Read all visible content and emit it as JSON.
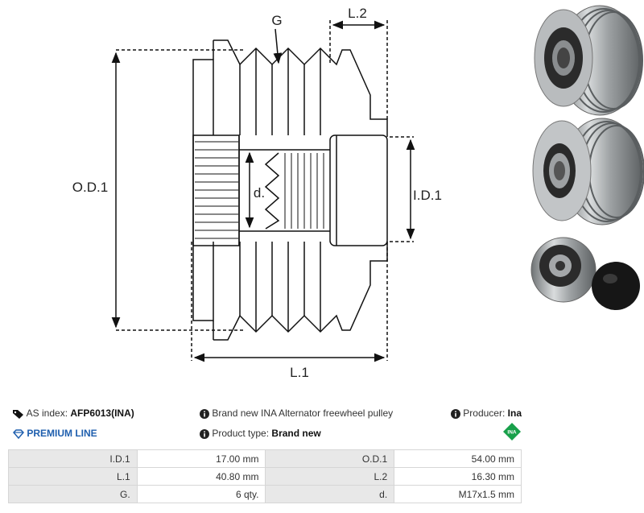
{
  "diagram": {
    "labels": {
      "groove": "G",
      "width2": "L.2",
      "outer_diameter": "O.D.1",
      "thread": "d.",
      "inner_diameter": "I.D.1",
      "width1": "L.1"
    }
  },
  "info": {
    "as_index_label": "AS index:",
    "as_index_value": "AFP6013(INA)",
    "premium_line": "PREMIUM LINE",
    "description": "Brand new INA Alternator freewheel pulley",
    "product_type_label": "Product type:",
    "product_type_value": "Brand new",
    "producer_label": "Producer:",
    "producer_value": "Ina",
    "brand_logo_text": "INA"
  },
  "specs": {
    "rows": [
      [
        {
          "label": "I.D.1",
          "value": "17.00 mm"
        },
        {
          "label": "O.D.1",
          "value": "54.00 mm"
        }
      ],
      [
        {
          "label": "L.1",
          "value": "40.80 mm"
        },
        {
          "label": "L.2",
          "value": "16.30 mm"
        }
      ],
      [
        {
          "label": "G.",
          "value": "6 qty."
        },
        {
          "label": "d.",
          "value": "M17x1.5 mm"
        }
      ]
    ]
  },
  "colors": {
    "premium_blue": "#1f5fae",
    "ina_green": "#18a04a",
    "table_label_bg": "#e8e8e8"
  }
}
